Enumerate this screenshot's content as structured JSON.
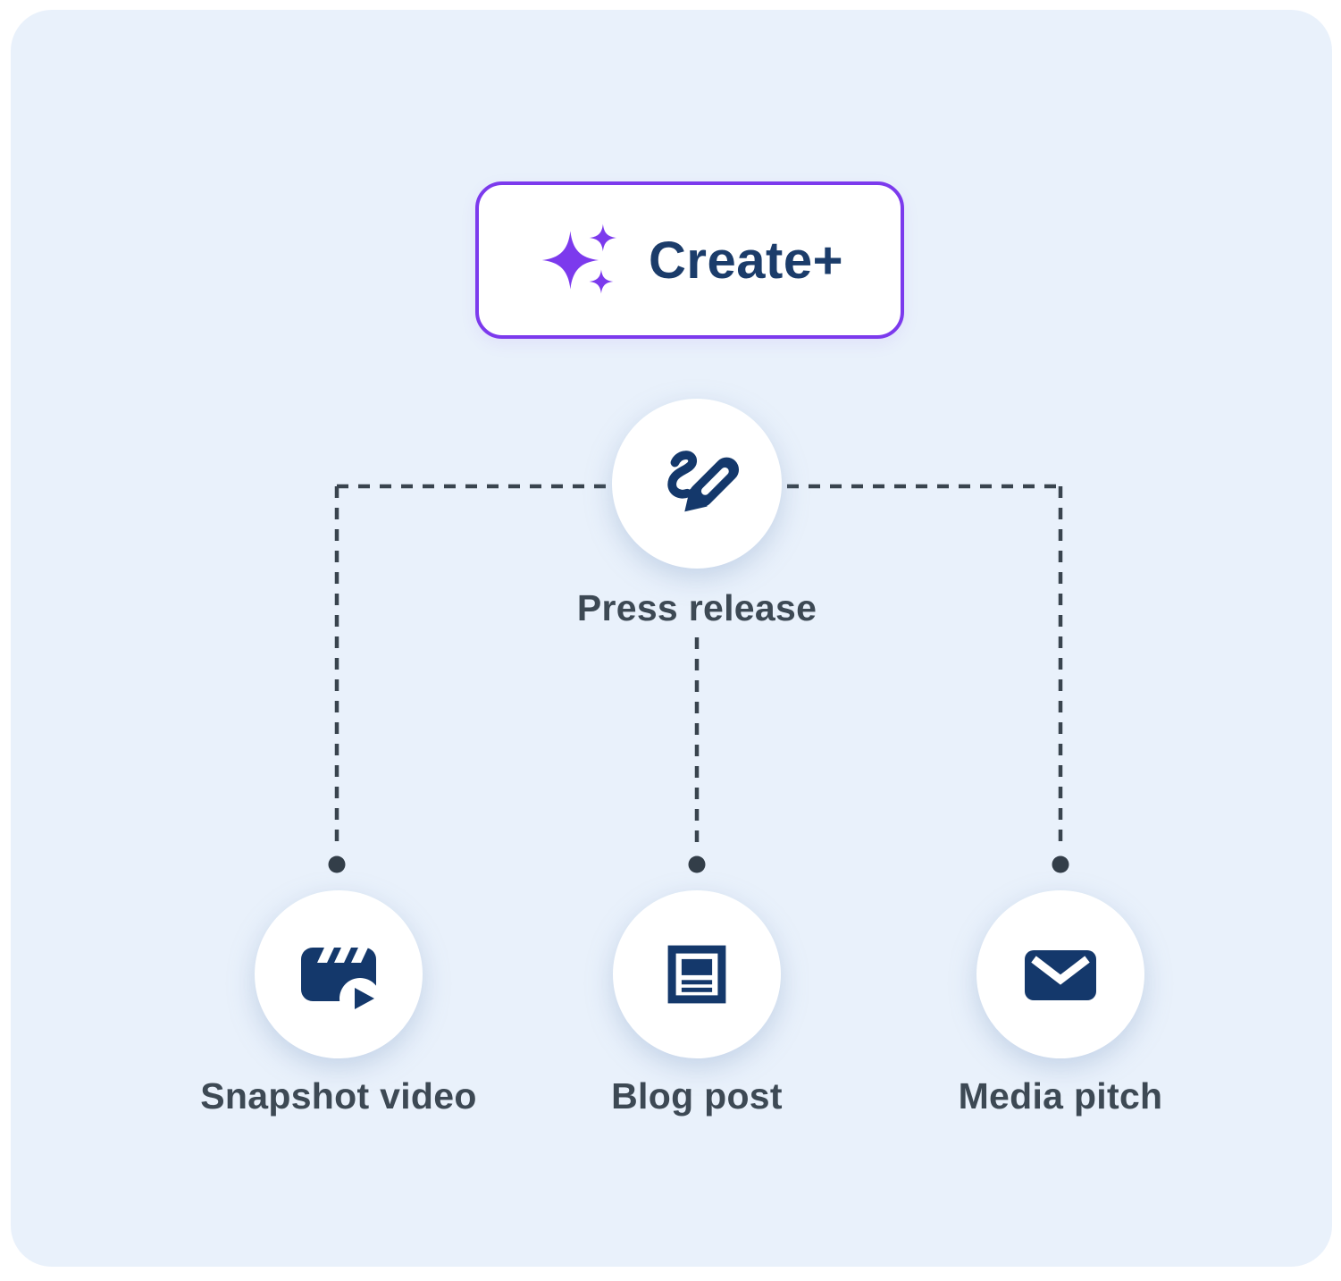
{
  "colors": {
    "page_background": "#ffffff",
    "card_background": "#e9f1fb",
    "accent_purple": "#7c3aed",
    "icon_navy": "#14386b",
    "button_text_navy": "#1b3c6a",
    "label_slate": "#3d4954",
    "connector_slate": "#39444e"
  },
  "header_button": {
    "label": "Create+",
    "icon": "sparkles-icon"
  },
  "root_node": {
    "label": "Press release",
    "icon": "pencil-squiggle-icon"
  },
  "child_nodes": [
    {
      "label": "Snapshot video",
      "icon": "clapperboard-play-icon"
    },
    {
      "label": "Blog post",
      "icon": "article-icon"
    },
    {
      "label": "Media pitch",
      "icon": "envelope-icon"
    }
  ]
}
